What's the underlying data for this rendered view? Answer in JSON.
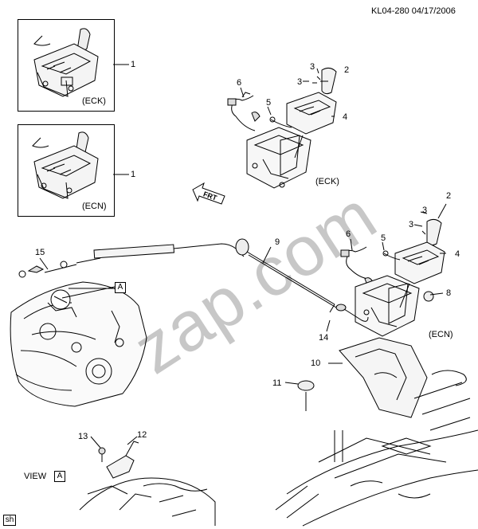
{
  "header": {
    "code_date": "KL04-280  04/17/2006"
  },
  "insets": [
    {
      "label": "(ECK)",
      "callout": "1"
    },
    {
      "label": "(ECN)",
      "callout": "1"
    }
  ],
  "eck_group": {
    "label": "(ECK)",
    "callouts": {
      "c2": "2",
      "c3a": "3",
      "c3b": "3",
      "c4": "4",
      "c5": "5",
      "c6": "6"
    }
  },
  "ecn_group": {
    "label": "(ECN)",
    "callouts": {
      "c2": "2",
      "c3a": "3",
      "c3b": "3",
      "c4": "4",
      "c5": "5",
      "c6": "6",
      "c8": "8"
    }
  },
  "frt_arrow_text": "FRT",
  "cable_callout": "9",
  "bracket_callout": "10",
  "nut_callout": "11",
  "clip_callout": "14",
  "retainer_callout": "15",
  "view_marker": "A",
  "view_a": {
    "label": "VIEW",
    "ref": "A",
    "callout_13": "13",
    "callout_12": "12"
  },
  "corner_tag": "sh",
  "watermark": "zap.com"
}
